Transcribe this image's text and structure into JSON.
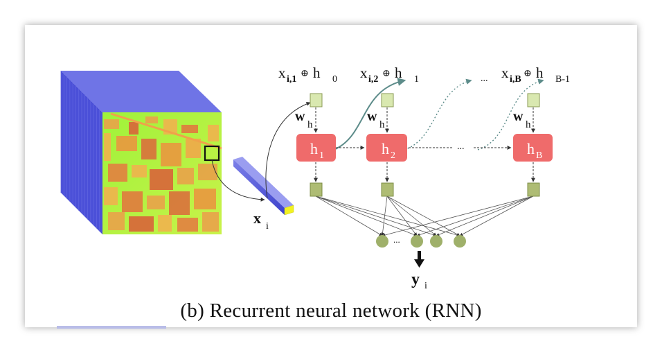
{
  "figure": {
    "caption": "(b) Recurrent neural network (RNN)"
  },
  "colors": {
    "cube_front": "#6f74e6",
    "cube_side": "#4b50d8",
    "hidden_unit": "#ef6b6b",
    "input_node": "#d9e8b0",
    "output_node": "#9fb06a",
    "feature_vector_tip": "#f2f221",
    "recurrent_arrow": "#5d8c8a"
  },
  "inputs": [
    {
      "base": "x",
      "sub": "i,1",
      "op": "⊕",
      "h": "h",
      "hsub": "0"
    },
    {
      "base": "x",
      "sub": "i,2",
      "op": "⊕",
      "h": "h",
      "hsub": "1"
    },
    {
      "base": "x",
      "sub": "i,B",
      "op": "⊕",
      "h": "h",
      "hsub": "B-1"
    }
  ],
  "ellipsis": "...",
  "weight": {
    "base": "w",
    "sub": "h"
  },
  "hidden_units": [
    {
      "base": "h",
      "sub": "1"
    },
    {
      "base": "h",
      "sub": "2"
    },
    {
      "base": "h",
      "sub": "B"
    }
  ],
  "hidden_ellipsis": "...",
  "output_ellipsis": "...",
  "pixel_vector": {
    "base": "x",
    "sub": "i"
  },
  "output": {
    "base": "y",
    "sub": "i"
  }
}
